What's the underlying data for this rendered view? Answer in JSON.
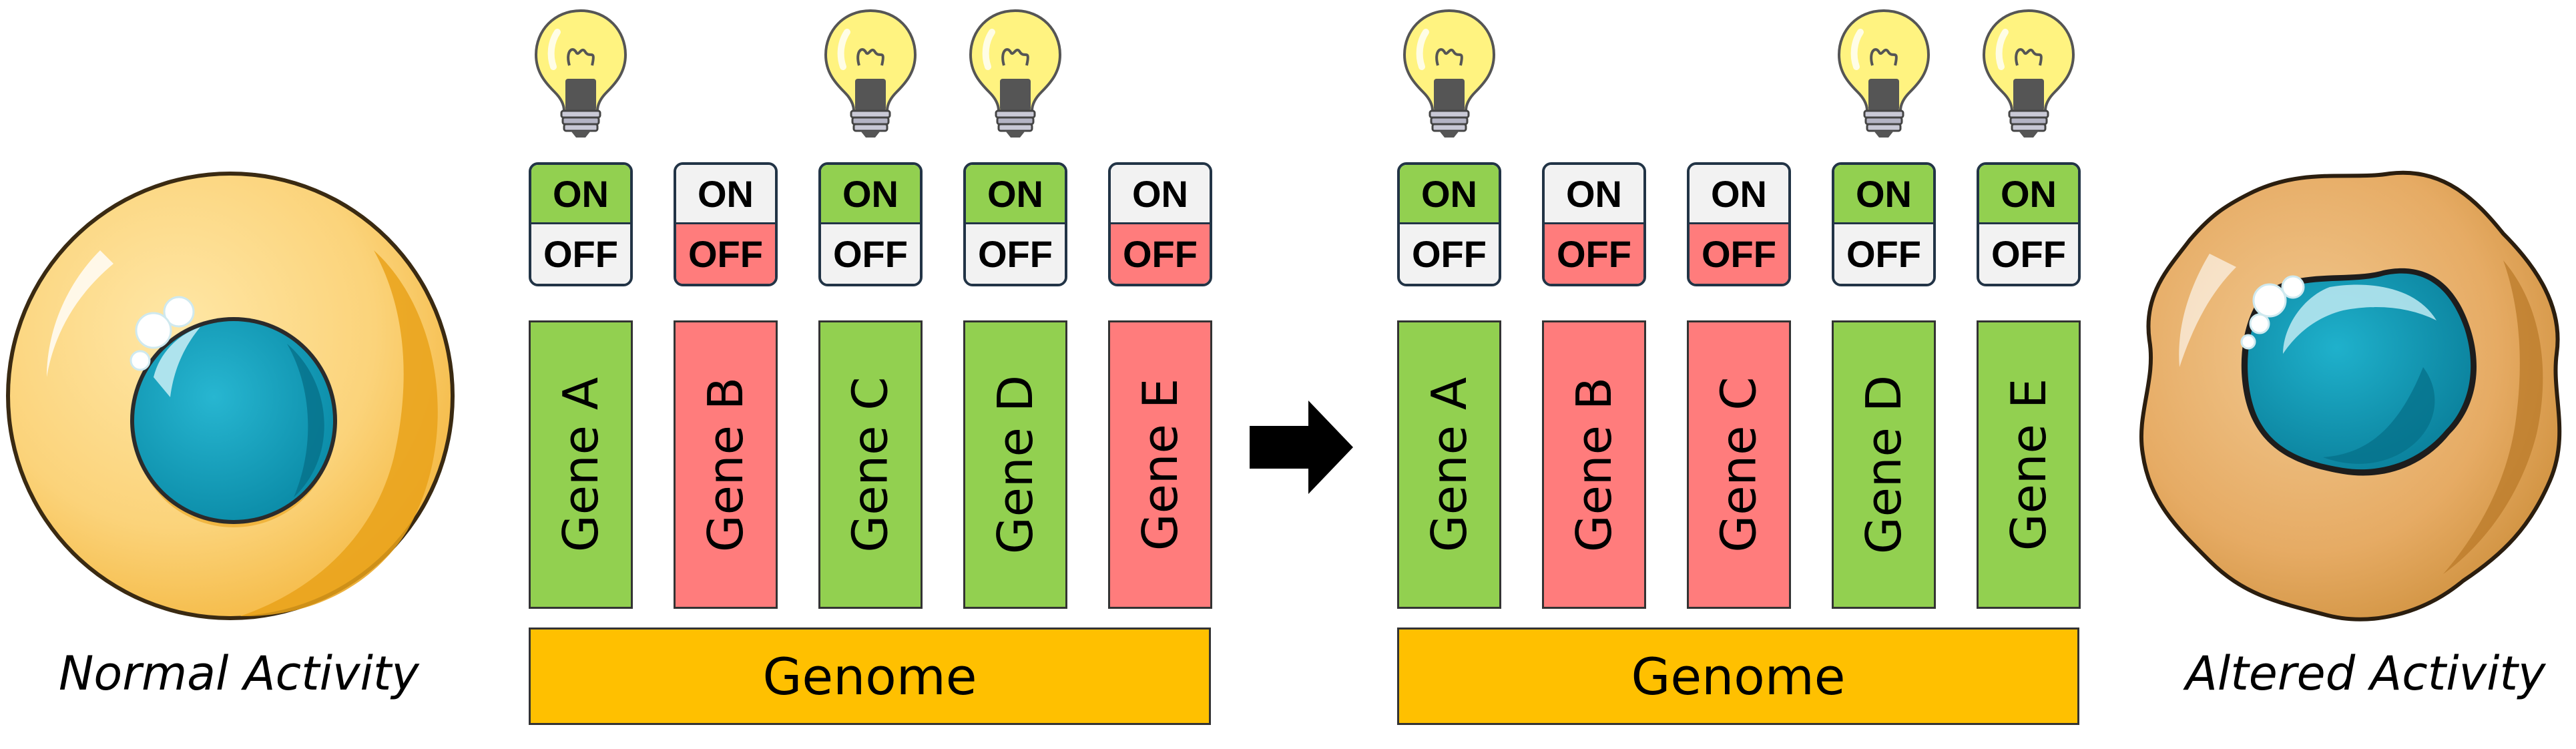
{
  "left": {
    "caption": "Normal Activity",
    "genome_label": "Genome",
    "genes": [
      {
        "label": "Gene A",
        "state": "on"
      },
      {
        "label": "Gene B",
        "state": "off"
      },
      {
        "label": "Gene C",
        "state": "on"
      },
      {
        "label": "Gene D",
        "state": "on"
      },
      {
        "label": "Gene E",
        "state": "off"
      }
    ]
  },
  "right": {
    "caption": "Altered Activity",
    "genome_label": "Genome",
    "genes": [
      {
        "label": "Gene A",
        "state": "on"
      },
      {
        "label": "Gene B",
        "state": "off"
      },
      {
        "label": "Gene C",
        "state": "off"
      },
      {
        "label": "Gene D",
        "state": "on"
      },
      {
        "label": "Gene E",
        "state": "on"
      }
    ]
  },
  "switch_labels": {
    "on": "ON",
    "off": "OFF"
  },
  "colors": {
    "gene_on": "#92d050",
    "gene_off": "#ff7c7c",
    "genome": "#ffc000",
    "switch_inactive": "#f2f2f2",
    "switch_border": "#223446"
  },
  "icons": {
    "bulb": "lightbulb-icon",
    "arrow": "right-arrow-icon",
    "normal_cell": "normal-cell-icon",
    "altered_cell": "altered-cell-icon"
  }
}
